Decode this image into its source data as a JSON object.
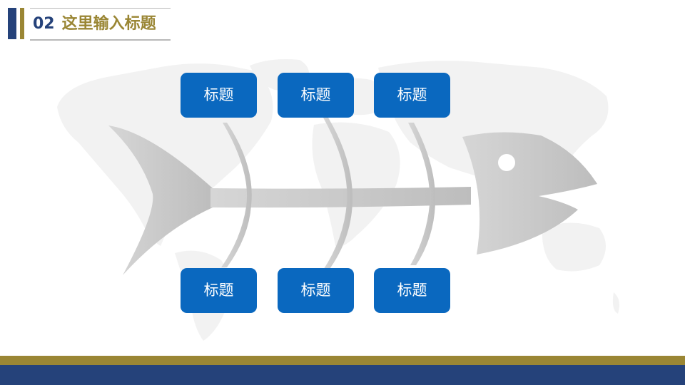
{
  "header": {
    "number": "02",
    "title": "这里输入标题"
  },
  "diagram": {
    "top_labels": [
      "标题",
      "标题",
      "标题"
    ],
    "bottom_labels": [
      "标题",
      "标题",
      "标题"
    ]
  },
  "colors": {
    "navy": "#25427a",
    "gold": "#9a8634",
    "box_blue": "#0a68bf",
    "fish_gray": "#c8c8c8"
  }
}
